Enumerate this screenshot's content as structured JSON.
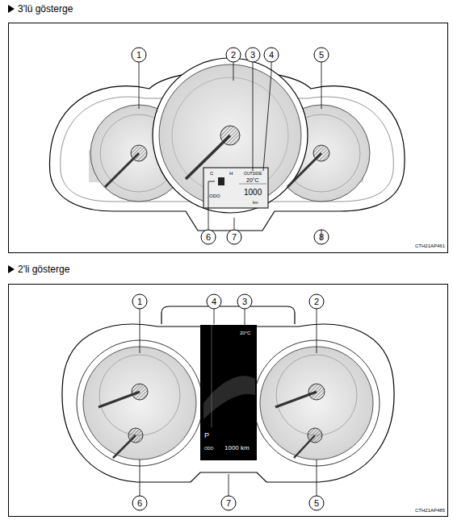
{
  "diagram": {
    "labels": [
      "3'lü gösterge",
      "1",
      "2",
      "3",
      "4",
      "5",
      "6",
      "7",
      "8",
      "C",
      "H",
      "OUTSIDE",
      "20°C",
      "ODO",
      "1000",
      "km",
      "CTH21AP461",
      "2'li gösterge",
      "1",
      "4",
      "3",
      "2",
      "6",
      "7",
      "5",
      "20°C",
      "P",
      "ODO",
      "1000 km",
      "CTH21AP485"
    ]
  }
}
